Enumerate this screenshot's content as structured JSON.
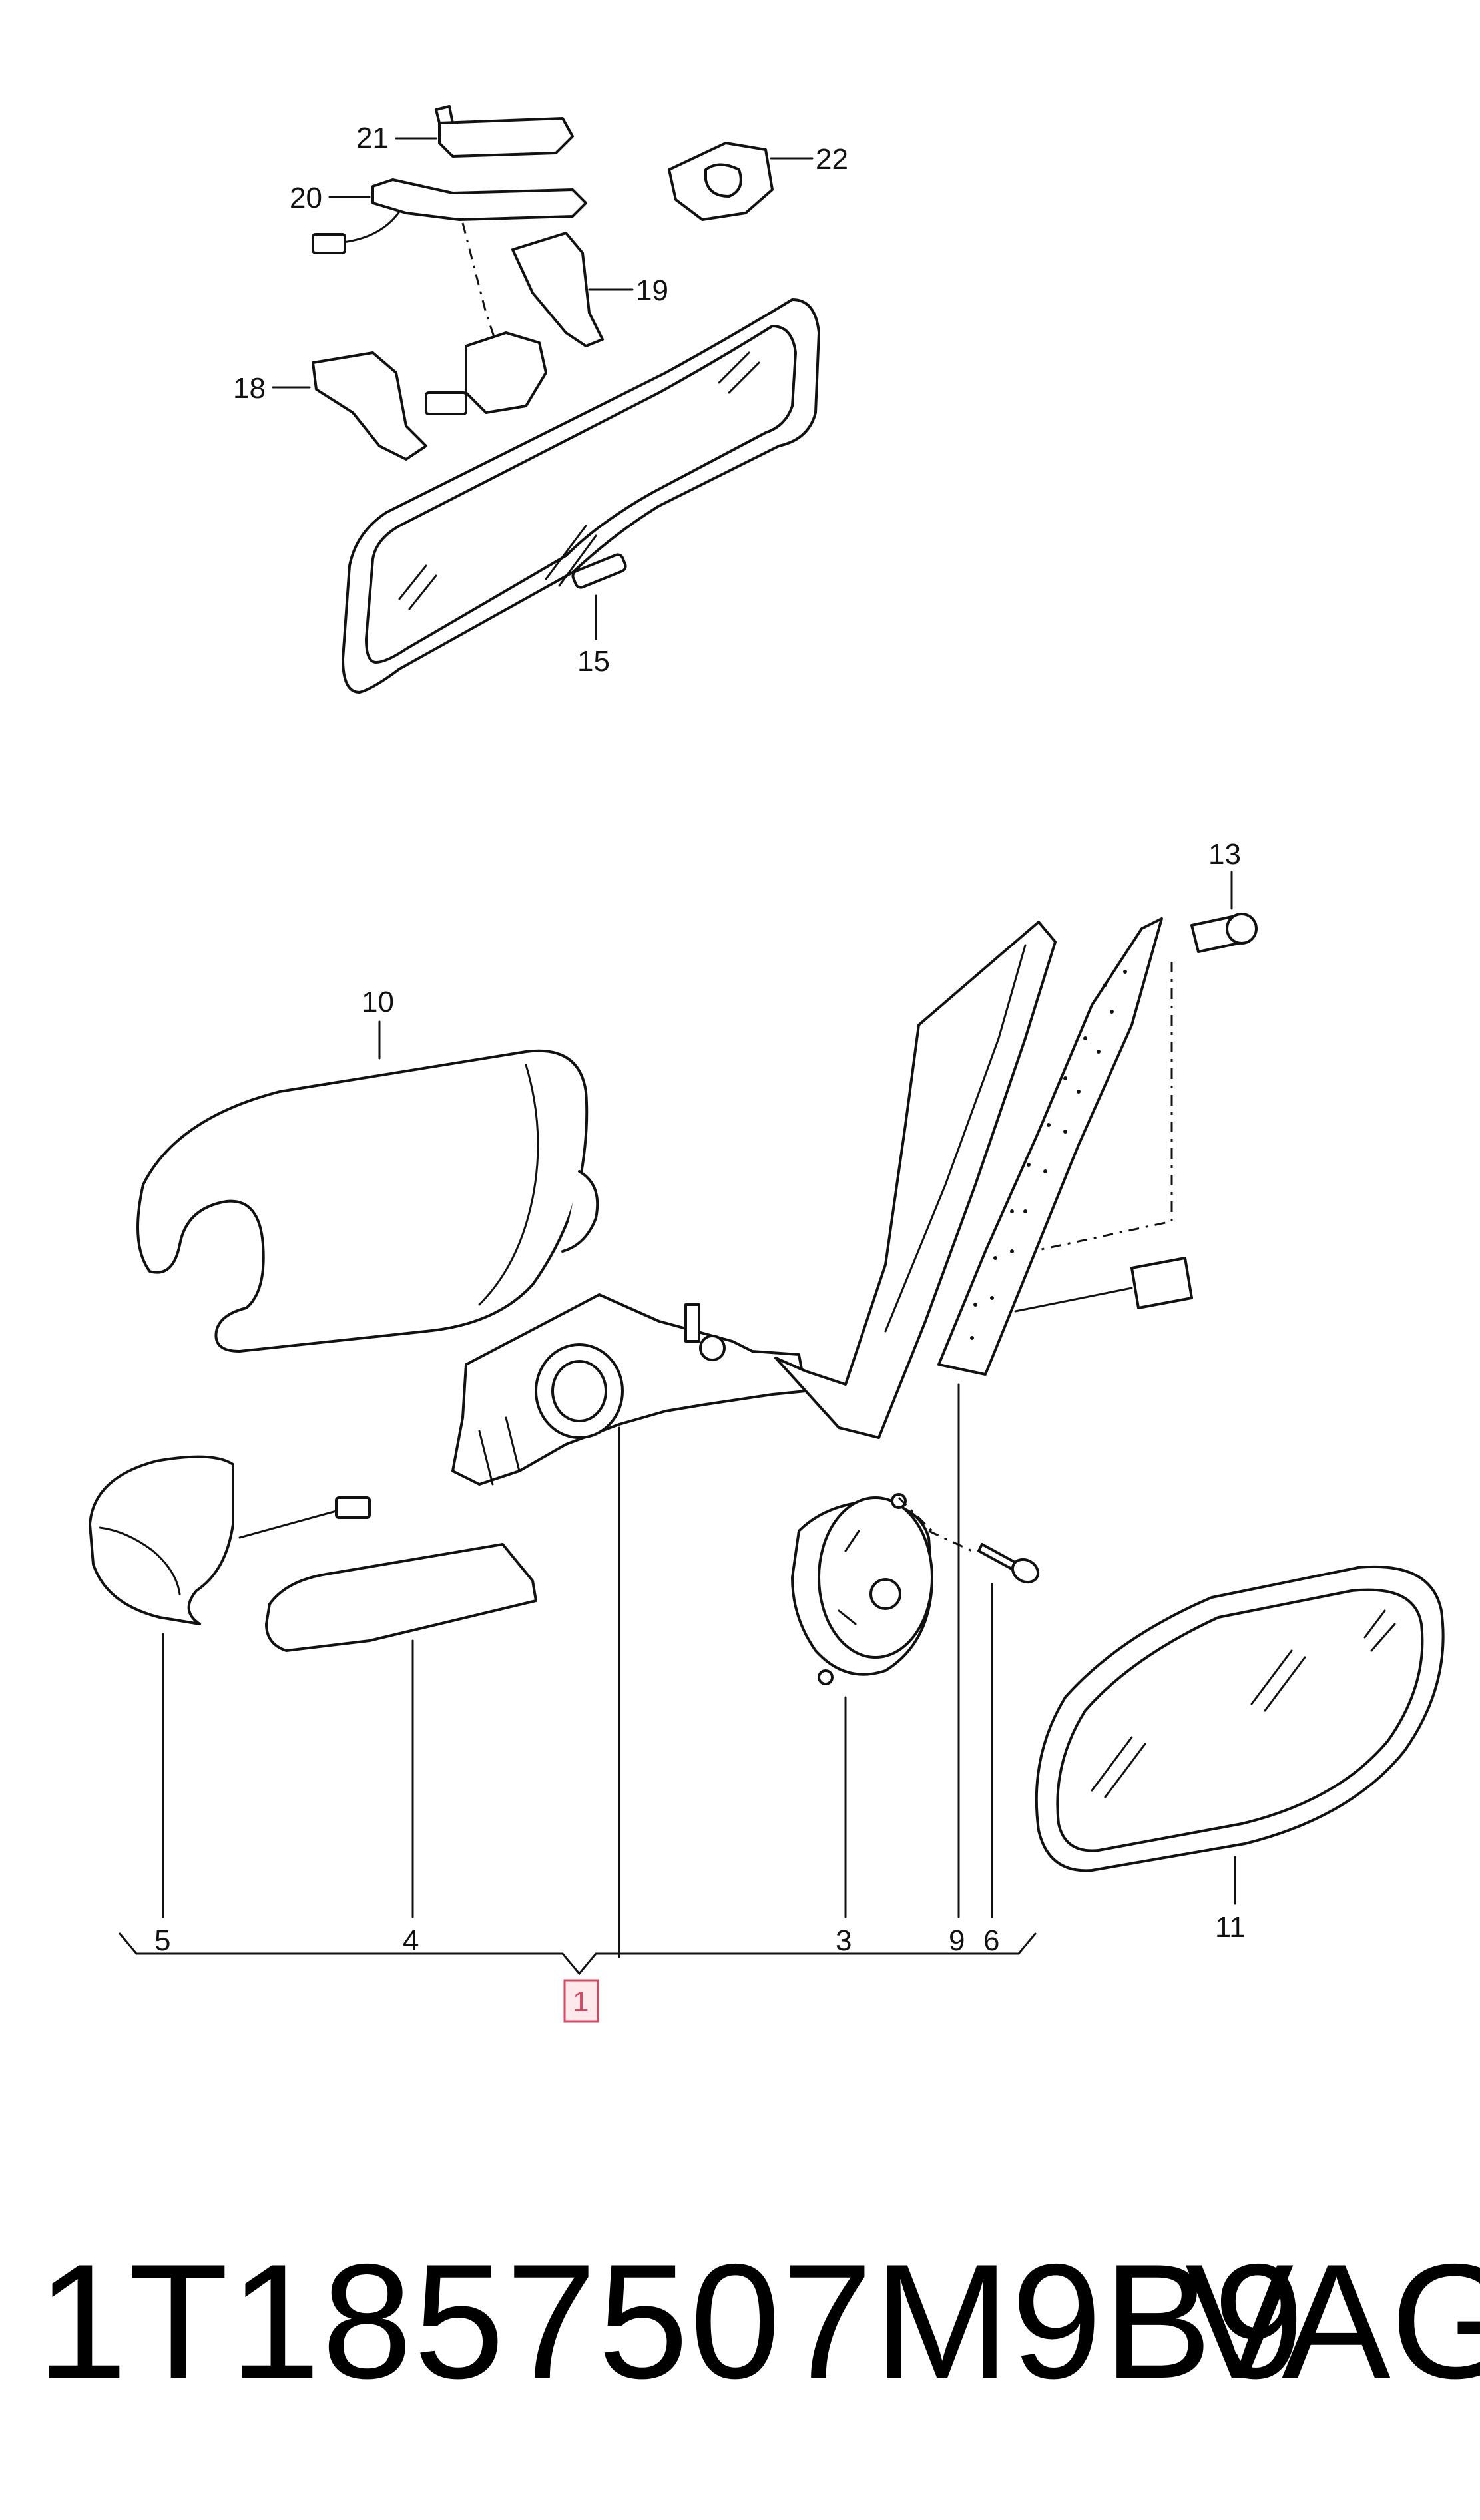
{
  "labels": {
    "p1": "1",
    "p3": "3",
    "p4": "4",
    "p5": "5",
    "p6": "6",
    "p9": "9",
    "p10": "10",
    "p11": "11",
    "p13": "13",
    "p15": "15",
    "p18": "18",
    "p19": "19",
    "p20": "20",
    "p21": "21",
    "p22": "22"
  },
  "footer": {
    "part_number": "1T1857507M9B9",
    "brand": "VAG"
  },
  "colors": {
    "line": "#111111",
    "highlight": "#d9465f",
    "highlight_fill": "#fde8ec"
  }
}
